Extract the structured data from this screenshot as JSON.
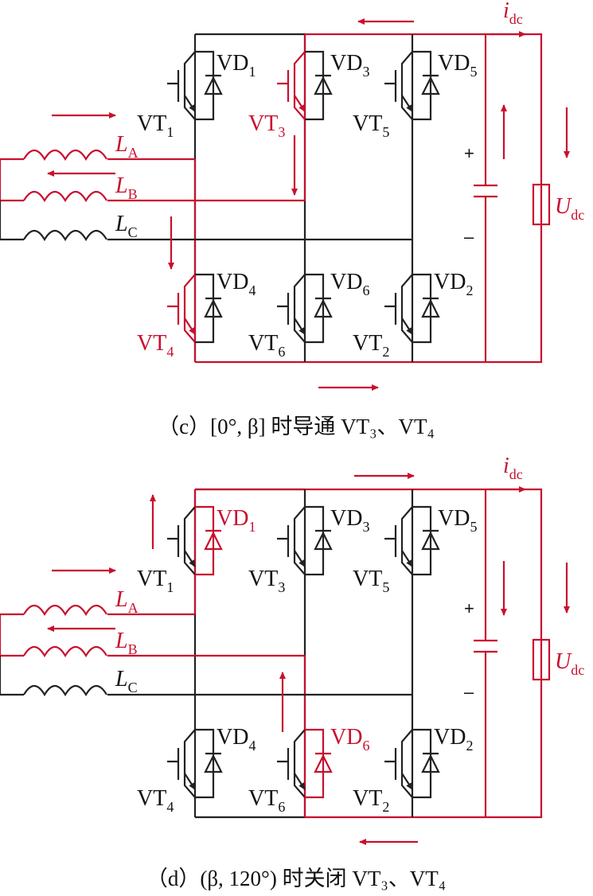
{
  "colors": {
    "highlight": "#c8102e",
    "wire": "#222222"
  },
  "panel_c": {
    "caption": "（c）[0°, β] 时导通 VT₃、VT₄",
    "labels": {
      "VD1": "VD",
      "VD1s": "1",
      "VD3": "VD",
      "VD3s": "3",
      "VD5": "VD",
      "VD5s": "5",
      "VD4": "VD",
      "VD4s": "4",
      "VD6": "VD",
      "VD6s": "6",
      "VD2": "VD",
      "VD2s": "2",
      "VT1": "VT",
      "VT1s": "1",
      "VT3": "VT",
      "VT3s": "3",
      "VT5": "VT",
      "VT5s": "5",
      "VT4": "VT",
      "VT4s": "4",
      "VT6": "VT",
      "VT6s": "6",
      "VT2": "VT",
      "VT2s": "2",
      "LA": "L",
      "LAs": "A",
      "LB": "L",
      "LBs": "B",
      "LC": "L",
      "LCs": "C",
      "idc": "i",
      "idcs": "dc",
      "Udc": "U",
      "Udcs": "dc",
      "plus": "+",
      "minus": "–"
    }
  },
  "panel_d": {
    "caption": "（d）(β, 120°) 时关闭 VT₃、VT₄",
    "labels": {
      "VD1": "VD",
      "VD1s": "1",
      "VD3": "VD",
      "VD3s": "3",
      "VD5": "VD",
      "VD5s": "5",
      "VD4": "VD",
      "VD4s": "4",
      "VD6": "VD",
      "VD6s": "6",
      "VD2": "VD",
      "VD2s": "2",
      "VT1": "VT",
      "VT1s": "1",
      "VT3": "VT",
      "VT3s": "3",
      "VT5": "VT",
      "VT5s": "5",
      "VT4": "VT",
      "VT4s": "4",
      "VT6": "VT",
      "VT6s": "6",
      "VT2": "VT",
      "VT2s": "2",
      "LA": "L",
      "LAs": "A",
      "LB": "L",
      "LBs": "B",
      "LC": "L",
      "LCs": "C",
      "idc": "i",
      "idcs": "dc",
      "Udc": "U",
      "Udcs": "dc",
      "plus": "+",
      "minus": "–"
    }
  }
}
